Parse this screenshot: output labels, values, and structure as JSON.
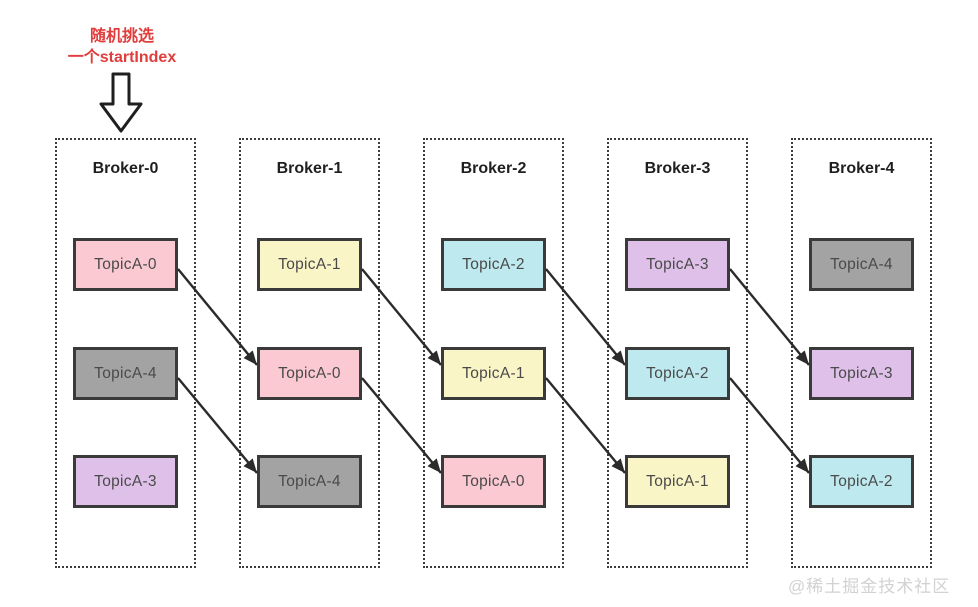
{
  "annotation": {
    "line1": "随机挑选",
    "line2": "一个startIndex",
    "color": "#e23d3d"
  },
  "brokers": [
    {
      "title": "Broker-0",
      "partitions": [
        {
          "label": "TopicA-0",
          "color": "#fbc9d2"
        },
        {
          "label": "TopicA-4",
          "color": "#a3a3a3"
        },
        {
          "label": "TopicA-3",
          "color": "#dfc0e9"
        }
      ]
    },
    {
      "title": "Broker-1",
      "partitions": [
        {
          "label": "TopicA-1",
          "color": "#faf5c6"
        },
        {
          "label": "TopicA-0",
          "color": "#fbc9d2"
        },
        {
          "label": "TopicA-4",
          "color": "#a3a3a3"
        }
      ]
    },
    {
      "title": "Broker-2",
      "partitions": [
        {
          "label": "TopicA-2",
          "color": "#bde9ef"
        },
        {
          "label": "TopicA-1",
          "color": "#faf5c6"
        },
        {
          "label": "TopicA-0",
          "color": "#fbc9d2"
        }
      ]
    },
    {
      "title": "Broker-3",
      "partitions": [
        {
          "label": "TopicA-3",
          "color": "#dfc0e9"
        },
        {
          "label": "TopicA-2",
          "color": "#bde9ef"
        },
        {
          "label": "TopicA-1",
          "color": "#faf5c6"
        }
      ]
    },
    {
      "title": "Broker-4",
      "partitions": [
        {
          "label": "TopicA-4",
          "color": "#a3a3a3"
        },
        {
          "label": "TopicA-3",
          "color": "#dfc0e9"
        },
        {
          "label": "TopicA-2",
          "color": "#bde9ef"
        }
      ]
    }
  ],
  "arrows": [
    {
      "from_col": 0,
      "from_row": 0,
      "to_col": 1,
      "to_row": 1
    },
    {
      "from_col": 0,
      "from_row": 1,
      "to_col": 1,
      "to_row": 2
    },
    {
      "from_col": 1,
      "from_row": 0,
      "to_col": 2,
      "to_row": 1
    },
    {
      "from_col": 1,
      "from_row": 1,
      "to_col": 2,
      "to_row": 2
    },
    {
      "from_col": 2,
      "from_row": 0,
      "to_col": 3,
      "to_row": 1
    },
    {
      "from_col": 2,
      "from_row": 1,
      "to_col": 3,
      "to_row": 2
    },
    {
      "from_col": 3,
      "from_row": 0,
      "to_col": 4,
      "to_row": 1
    },
    {
      "from_col": 3,
      "from_row": 1,
      "to_col": 4,
      "to_row": 2
    }
  ],
  "arrow_color": "#2b2b2b",
  "watermark": "@稀土掘金技术社区"
}
